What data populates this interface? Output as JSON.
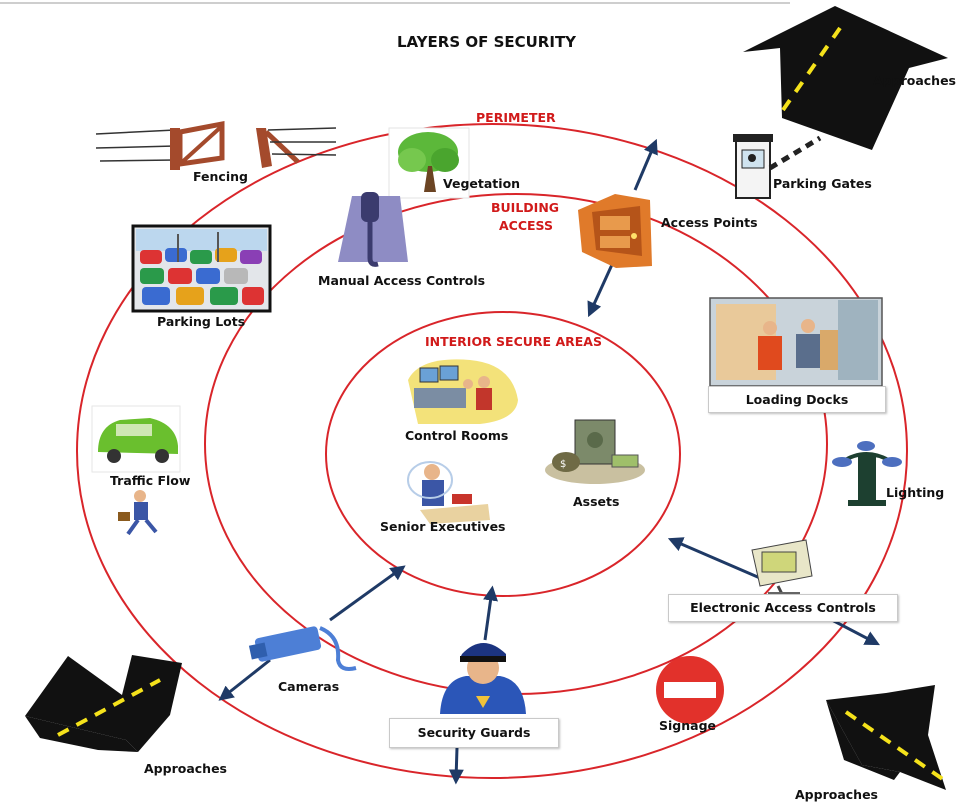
{
  "title": "LAYERS OF SECURITY",
  "layers": {
    "perimeter": "PERIMETER",
    "building_access_line1": "BUILDING",
    "building_access_line2": "ACCESS",
    "interior": "INTERIOR SECURE AREAS"
  },
  "labels": {
    "approaches_top_right": "Approaches",
    "approaches_bottom_left": "Approaches",
    "approaches_bottom_right": "Approaches",
    "fencing": "Fencing",
    "vegetation": "Vegetation",
    "parking_gates": "Parking Gates",
    "access_points": "Access Points",
    "manual_access_controls": "Manual Access Controls",
    "parking_lots": "Parking Lots",
    "loading_docks": "Loading Docks",
    "control_rooms": "Control Rooms",
    "assets": "Assets",
    "traffic_flow": "Traffic Flow",
    "lighting": "Lighting",
    "senior_executives": "Senior Executives",
    "electronic_access_controls": "Electronic Access Controls",
    "cameras": "Cameras",
    "signage": "Signage",
    "security_guards": "Security Guards"
  },
  "colors": {
    "ring": "#d9252a",
    "arrow": "#1f3a66",
    "layer_label": "#d11a1a"
  }
}
